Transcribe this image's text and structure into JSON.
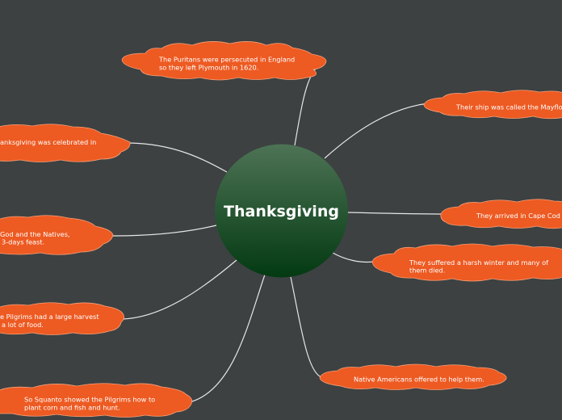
{
  "colors": {
    "background": "#3d4142",
    "branch_fill": "#ed5a22",
    "branch_stroke": "#f6a27a",
    "connector": "#e6e6e6",
    "center_top": "#4d7355",
    "center_bottom": "#033a12"
  },
  "center": {
    "title": "Thanksgiving"
  },
  "branches": [
    {
      "id": "puritans",
      "lines": [
        "The Puritans were persecuted in England",
        "so they left Plymouth in 1620."
      ]
    },
    {
      "id": "ship",
      "lines": [
        "Their ship was called the Mayflow"
      ]
    },
    {
      "id": "cape-cod",
      "lines": [
        "They arrived in Cape Cod"
      ]
    },
    {
      "id": "winter",
      "lines": [
        "They suffered a harsh winter and many of",
        "them died."
      ]
    },
    {
      "id": "natives-help",
      "lines": [
        "Native Americans offered to help them."
      ]
    },
    {
      "id": "squanto",
      "lines": [
        "So Squanto showed the Pilgrims how to",
        "plant corn and fish and hunt."
      ]
    },
    {
      "id": "harvest",
      "lines": [
        "e Pilgrims had a large harvest",
        "a lot of food."
      ]
    },
    {
      "id": "feast",
      "lines": [
        "God and the Natives,",
        "3-days feast."
      ]
    },
    {
      "id": "celebrated",
      "lines": [
        "anksgiving was celebrated in"
      ]
    }
  ]
}
